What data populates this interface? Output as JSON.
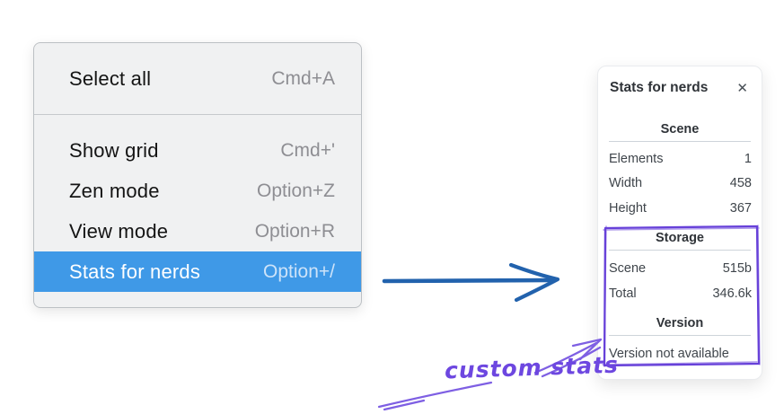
{
  "menu": {
    "items": [
      {
        "label": "Select all",
        "shortcut": "Cmd+A"
      },
      {
        "label": "Show grid",
        "shortcut": "Cmd+'"
      },
      {
        "label": "Zen mode",
        "shortcut": "Option+Z"
      },
      {
        "label": "View mode",
        "shortcut": "Option+R"
      },
      {
        "label": "Stats for nerds",
        "shortcut": "Option+/"
      }
    ],
    "highlighted_item": "Stats for nerds"
  },
  "panel": {
    "title": "Stats for nerds",
    "close_icon": "✕",
    "sections": [
      {
        "header": "Scene",
        "rows": [
          [
            "Elements",
            "1"
          ],
          [
            "Width",
            "458"
          ],
          [
            "Height",
            "367"
          ]
        ]
      },
      {
        "header": "Storage",
        "rows": [
          [
            "Scene",
            "515b"
          ],
          [
            "Total",
            "346.6k"
          ]
        ]
      },
      {
        "header": "Version",
        "note": "Version not available"
      }
    ]
  },
  "annotation": {
    "label": "custom stats"
  },
  "colors": {
    "menu_highlight": "#3f99e7",
    "arrow_blue": "#2262ad",
    "annotation_purple": "#6741d9",
    "annotation_arrow_purple": "#7e5fe3",
    "annotation_text_purple": "#6d47e0"
  }
}
